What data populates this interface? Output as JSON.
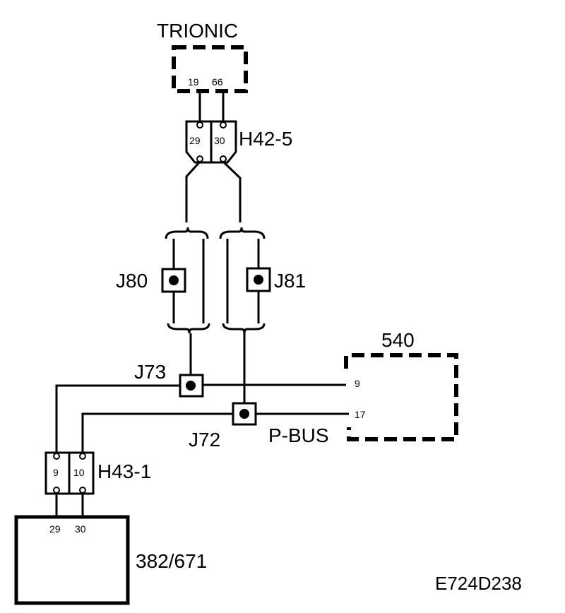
{
  "components": {
    "trionic": {
      "label": "TRIONIC",
      "pins": [
        "19",
        "66"
      ]
    },
    "h42_5": {
      "label": "H42-5",
      "pins": [
        "29",
        "30"
      ]
    },
    "j80": {
      "label": "J80"
    },
    "j81": {
      "label": "J81"
    },
    "j73": {
      "label": "J73"
    },
    "j72": {
      "label": "J72"
    },
    "p_bus": {
      "label": "P-BUS"
    },
    "unit_540": {
      "label": "540",
      "pins": [
        "9",
        "17"
      ]
    },
    "h43_1": {
      "label": "H43-1",
      "pins": [
        "9",
        "10"
      ]
    },
    "unit_382": {
      "label": "382/671",
      "pins": [
        "29",
        "30"
      ]
    }
  },
  "figure_id": "E724D238"
}
